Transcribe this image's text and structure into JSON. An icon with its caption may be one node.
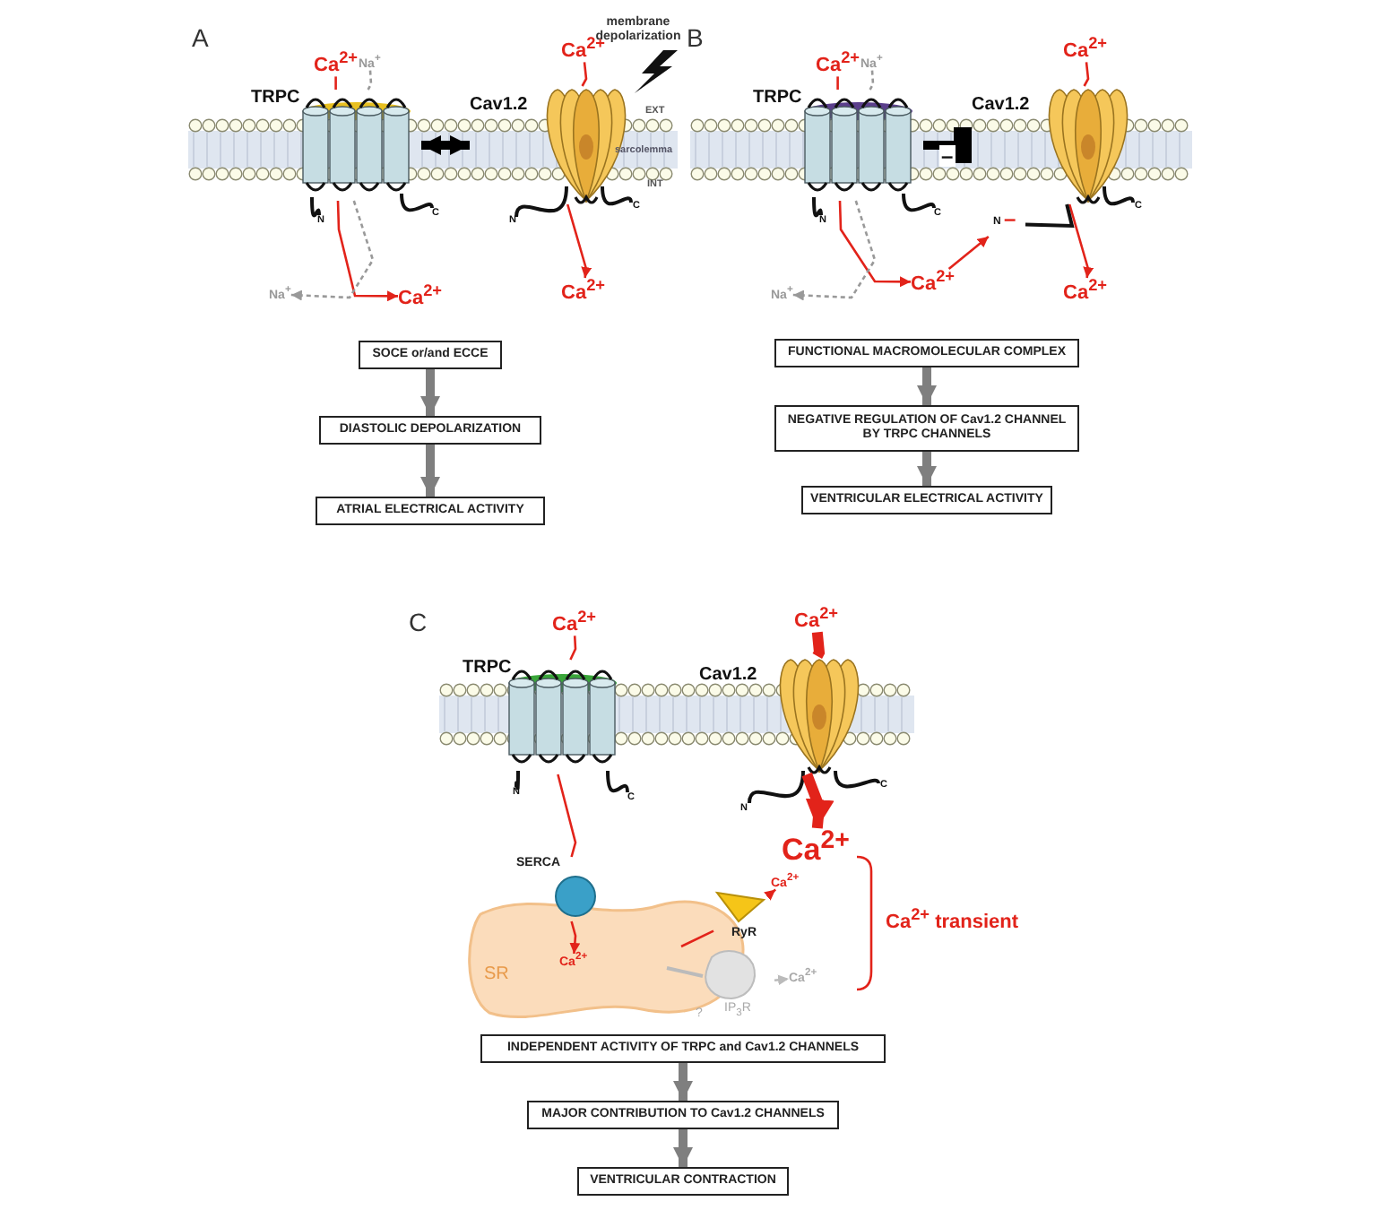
{
  "diagram": {
    "nodes": [
      {
        "text": [
          "TRPC"
        ],
        "beside": [
          "N",
          "C"
        ]
      },
      {
        "text": [
          "Cav1.2"
        ],
        "beside": [
          "N",
          "C"
        ]
      },
      {
        "text": [
          "Ca$^{2+}$"
        ]
      },
      {
        "text": [
          "Na$^{+}$"
        ]
      },
      {
        "text": [
          "Ca$^{2+}$"
        ]
      },
      {
        "text": [
          "Na$^{+}$"
        ]
      },
      {
        "text": [
          "Ca$^{2+}$"
        ]
      },
      {
        "text": [
          "Ca$^{2+}$"
        ]
      },
      {
        "text": [
          "SOCE or/and ECCE"
        ]
      },
      {
        "text": [
          "DIASTOLIC DEPOLARIZATION"
        ]
      },
      {
        "text": [
          "ATRIAL ELECTRICAL ACTIVITY"
        ]
      },
      {
        "text": [
          "TRPC"
        ],
        "beside": [
          "N",
          "C"
        ]
      },
      {
        "text": [
          "Cav1.2"
        ],
        "beside": [
          "C"
        ]
      },
      {
        "text": [
          "Ca$^{2+}$"
        ]
      },
      {
        "text": [
          "Na$^{+}$"
        ]
      },
      {
        "text": [
          "Ca$^{2+}$"
        ]
      },
      {
        "text": [
          "N"
        ],
        "beside": [
          "–"
        ]
      },
      {
        "text": [
          "Na$^{+}$"
        ]
      },
      {
        "text": [
          "Ca$^{2+}$"
        ]
      },
      {
        "text": [
          "Ca$^{2+}$"
        ]
      },
      {
        "text": [
          "FUNCTIONAL MACROMOLECULAR COMPLEX"
        ]
      },
      {
        "text": [
          "NEGATIVE REGULATION OF Cav1.2 CHANNEL BY TRPC CHANNELS"
        ]
      },
      {
        "text": [
          "VENTRICULAR ELECTRICAL ACTIVITY"
        ]
      },
      {
        "text": [
          "TRPC"
        ],
        "beside": [
          "N",
          "C"
        ]
      },
      {
        "text": [
          "Cav1.2"
        ],
        "beside": [
          "N",
          "C"
        ]
      },
      {
        "text": [
          "Ca$^{2+}$"
        ]
      },
      {
        "text": [
          "Ca$^{2+}$"
        ]
      },
      {
        "text": [
          "Ca$^{2+}$"
        ]
      },
      {
        "text": [
          "SR"
        ]
      },
      {
        "text": [
          "SERCA"
        ]
      },
      {
        "text": [
          "RyR"
        ]
      },
      {
        "text": [
          "Ca$^{2+}$"
        ],
        "in": 28
      },
      {
        "text": [
          "Ca$^{2+}$"
        ]
      },
      {
        "text": [
          "IP$_{3}$R"
        ],
        "beside": [
          "?"
        ]
      },
      {
        "text": [
          "Ca$^{2+}$"
        ]
      },
      {
        "text": [
          "INDEPENDENT ACTIVITY OF TRPC and Cav1.2 CHANNELS"
        ]
      },
      {
        "text": [
          "MAJOR CONTRIBUTION TO Cav1.2 CHANNELS"
        ]
      },
      {
        "text": [
          "VENTRICULAR CONTRACTION"
        ]
      }
    ],
    "edges": [
      {
        "from": 0,
        "to": 1,
        "arrow": "both",
        "style": "thick",
        "color": "#000000"
      },
      {
        "from": 2,
        "to": 0,
        "arrow": "none"
      },
      {
        "from": 0,
        "to": 6,
        "arrow": "to"
      },
      {
        "from": 3,
        "to": 0,
        "arrow": "none",
        "style": "dashed",
        "color": "#999999"
      },
      {
        "from": 0,
        "to": 5,
        "arrow": "to",
        "style": "dashed",
        "color": "#999999"
      },
      {
        "from": 4,
        "to": 1,
        "arrow": "none"
      },
      {
        "from": 1,
        "to": 7,
        "arrow": "to"
      },
      {
        "from": 8,
        "to": 9,
        "arrow": "to",
        "style": "thick",
        "color": "#7f7f7f"
      },
      {
        "from": 9,
        "to": 10,
        "arrow": "to",
        "style": "thick",
        "color": "#7f7f7f"
      },
      {
        "from": 11,
        "to": 12,
        "arrow": "other",
        "label": "–",
        "style": "thick",
        "color": "#000000"
      },
      {
        "from": 13,
        "to": 11,
        "arrow": "none"
      },
      {
        "from": 11,
        "to": 18,
        "arrow": "to"
      },
      {
        "from": 14,
        "to": 11,
        "arrow": "none",
        "style": "dashed",
        "color": "#999999"
      },
      {
        "from": 11,
        "to": 17,
        "arrow": "to",
        "style": "dashed",
        "color": "#999999"
      },
      {
        "from": 15,
        "to": 12,
        "arrow": "none"
      },
      {
        "from": 12,
        "to": 19,
        "arrow": "to"
      },
      {
        "from": 12,
        "to": 16,
        "arrow": "none",
        "color": "#111111"
      },
      {
        "from": 18,
        "to": 16,
        "arrow": "to"
      },
      {
        "from": 20,
        "to": 21,
        "arrow": "to",
        "style": "thick",
        "color": "#7f7f7f"
      },
      {
        "from": 21,
        "to": 22,
        "arrow": "to",
        "style": "thick",
        "color": "#7f7f7f"
      },
      {
        "from": 25,
        "to": 23,
        "arrow": "none"
      },
      {
        "from": 23,
        "to": 29,
        "arrow": "none"
      },
      {
        "from": 29,
        "to": 31,
        "arrow": "to"
      },
      {
        "from": 26,
        "to": 24,
        "arrow": "none",
        "style": "thick"
      },
      {
        "from": 24,
        "to": 27,
        "arrow": "to",
        "style": "thick"
      },
      {
        "from": null,
        "to": 30,
        "arrow": "none"
      },
      {
        "from": 30,
        "to": 32,
        "arrow": "to"
      },
      {
        "from": null,
        "to": 33,
        "arrow": "none",
        "color": "#bbbbbb"
      },
      {
        "from": 33,
        "to": 34,
        "arrow": "to",
        "style": "dashed",
        "color": "#bbbbbb"
      },
      {
        "from": 35,
        "to": 36,
        "arrow": "to",
        "style": "thick",
        "color": "#7f7f7f"
      },
      {
        "from": 36,
        "to": 37,
        "arrow": "to",
        "style": "thick",
        "color": "#7f7f7f"
      }
    ],
    "labels": [
      "A",
      "membrane depolarization",
      "EXT",
      "sarcolemma",
      "INT",
      "B",
      "C",
      "Ca$^{2+}$ transient"
    ]
  }
}
